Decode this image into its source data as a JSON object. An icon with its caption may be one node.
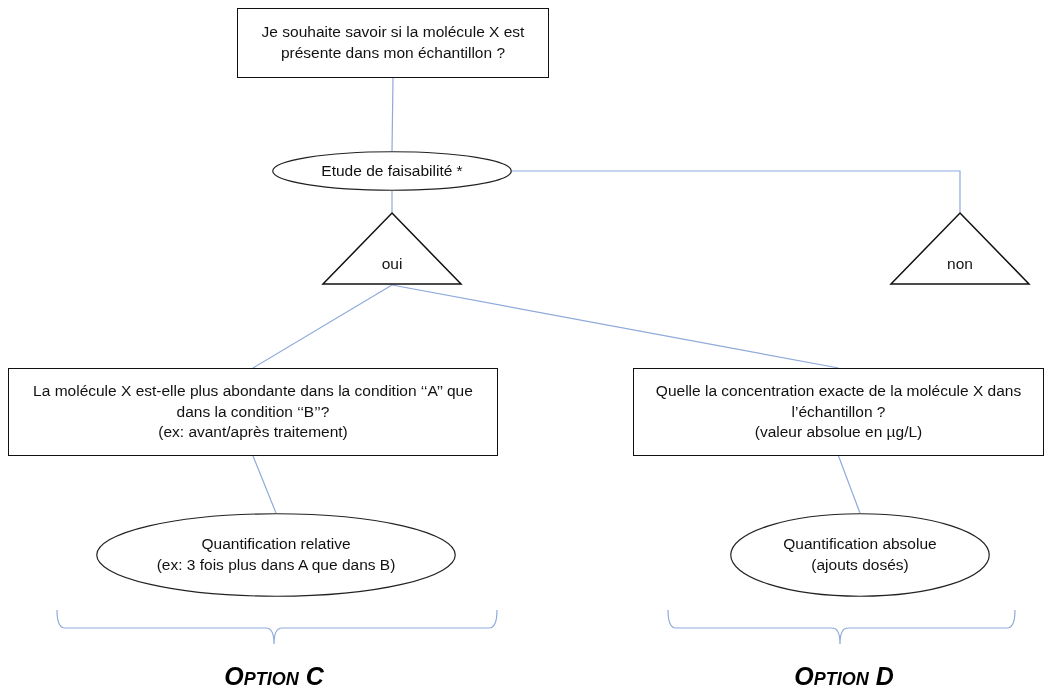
{
  "diagram": {
    "nodes": [
      {
        "text": [
          "Je souhaite savoir si la molécule X est présente dans mon échantillon ?"
        ]
      },
      {
        "text": [
          "Etude de faisabilité *"
        ]
      },
      {
        "text": [
          "oui"
        ]
      },
      {
        "text": [
          "non"
        ]
      },
      {
        "text": [
          "La molécule X est-elle plus abondante dans la condition ‘‘A’’ que dans la condition ‘‘B’’?",
          "(ex: avant/après traitement)"
        ]
      },
      {
        "text": [
          "Quelle la concentration exacte de la molécule X dans l’échantillon ?",
          "(valeur absolue en µg/L)"
        ]
      },
      {
        "text": [
          "Quantification relative",
          "(ex: 3 fois plus dans A que dans B)"
        ]
      },
      {
        "text": [
          "Quantification absolue",
          "(ajouts dosés)"
        ]
      }
    ],
    "edges": [
      {
        "from": 0,
        "to": 1,
        "arrow": "none"
      },
      {
        "from": 1,
        "to": 2,
        "arrow": "none"
      },
      {
        "from": 1,
        "to": 3,
        "arrow": "none"
      },
      {
        "from": 2,
        "to": 4,
        "arrow": "none"
      },
      {
        "from": 2,
        "to": 5,
        "arrow": "none"
      },
      {
        "from": 4,
        "to": 6,
        "arrow": "none"
      },
      {
        "from": 5,
        "to": 7,
        "arrow": "none"
      }
    ],
    "labels": [
      "Option C",
      "Option D"
    ]
  }
}
